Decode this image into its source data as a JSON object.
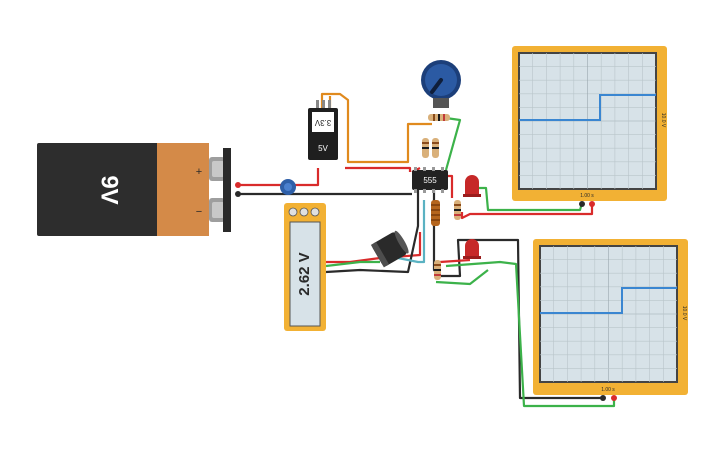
{
  "battery": {
    "label": "9V",
    "plus": "+",
    "minus": "−",
    "body_color": "#2d2d2d",
    "cap_color": "#d48a48"
  },
  "regulator": {
    "top_label": "3.3V",
    "bottom_label": "5V"
  },
  "ic": {
    "label": "555"
  },
  "multimeter": {
    "reading": "2.62 V"
  },
  "scope_top": {
    "time_label": "1.00 s",
    "volt_label": "10.0 V"
  },
  "scope_bottom": {
    "time_label": "1.00 s",
    "volt_label": "10.0 V"
  },
  "colors": {
    "scope_frame": "#f2b134",
    "trace": "#3a86d1",
    "wire_red": "#d92b2b",
    "wire_black": "#2a2a2a",
    "wire_green": "#3cb24a",
    "wire_orange": "#e08a1e",
    "led": "#c62828"
  }
}
